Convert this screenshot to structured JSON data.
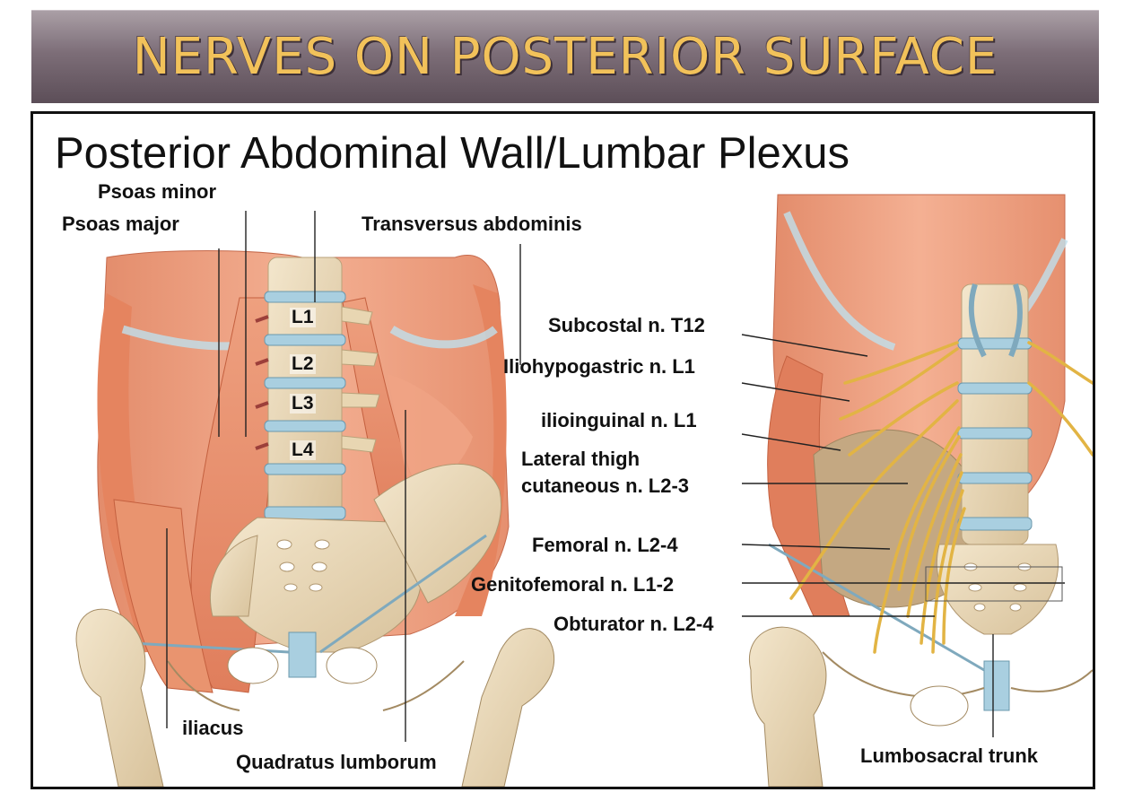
{
  "banner_title": "NERVES ON POSTERIOR SURFACE",
  "slide_title": "Posterior Abdominal Wall/Lumbar Plexus",
  "left_labels": {
    "psoas_minor": "Psoas minor",
    "psoas_major": "Psoas major",
    "transversus_abdominis": "Transversus abdominis",
    "iliacus": "iliacus",
    "quadratus_lumborum": "Quadratus lumborum"
  },
  "vertebrae": [
    "L1",
    "L2",
    "L3",
    "L4"
  ],
  "nerve_labels": {
    "subcostal": "Subcostal n. T12",
    "iliohypogastric": "Iliohypogastric n. L1",
    "ilioinguinal": "ilioinguinal n. L1",
    "lateral_thigh_1": "Lateral thigh",
    "lateral_thigh_2": "cutaneous n. L2-3",
    "femoral": "Femoral n. L2-4",
    "genitofemoral": "Genitofemoral  n. L1-2",
    "obturator": "Obturator n. L2-4",
    "lumbosacral": "Lumbosacral trunk"
  }
}
